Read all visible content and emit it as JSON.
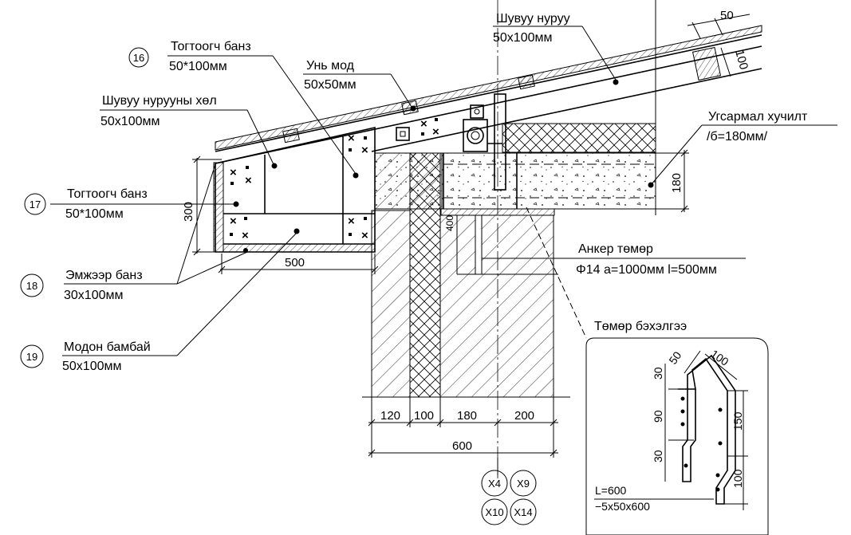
{
  "labels": {
    "bird_ridge": {
      "name": "Шувуу нуруу",
      "size": "50x100мм"
    },
    "stop_board_16": {
      "number": "16",
      "name": "Тогтоогч банз",
      "size": "50*100мм"
    },
    "batten": {
      "name": "Унь мод",
      "size": "50x50мм"
    },
    "ridge_foot": {
      "name": "Шувуу нурууны хөл",
      "size": "50x100мм"
    },
    "precast_slab": {
      "name": "Угсармал хучилт",
      "size": "/б=180мм/"
    },
    "stop_board_17": {
      "number": "17",
      "name": "Тогтоогч банз",
      "size": "50*100мм"
    },
    "fascia_board": {
      "number": "18",
      "name": "Эмжээр банз",
      "size": "30x100мм"
    },
    "anchor": {
      "name": "Анкер төмөр",
      "spec": "Φ14 a=1000мм l=500мм"
    },
    "wood_panel": {
      "number": "19",
      "name": "Модон бамбай",
      "size": "50x100мм"
    },
    "steel_bracket": {
      "title": "Төмөр бэхэлгээ",
      "length": "L=600",
      "section": "−5x50x600"
    }
  },
  "dimensions": {
    "top_50": "50",
    "top_100": "100",
    "height_300": "300",
    "width_500": "500",
    "slab_180": "180",
    "anchor_400": "400",
    "wall": [
      "120",
      "100",
      "180",
      "200"
    ],
    "wall_total": "600",
    "bracket_30_top": "30",
    "bracket_50": "50",
    "bracket_100_top": "100",
    "bracket_90": "90",
    "bracket_30_bottom": "30",
    "bracket_150": "150",
    "bracket_100_side": "100"
  },
  "axes": [
    "X4",
    "X9",
    "X10",
    "X14"
  ]
}
